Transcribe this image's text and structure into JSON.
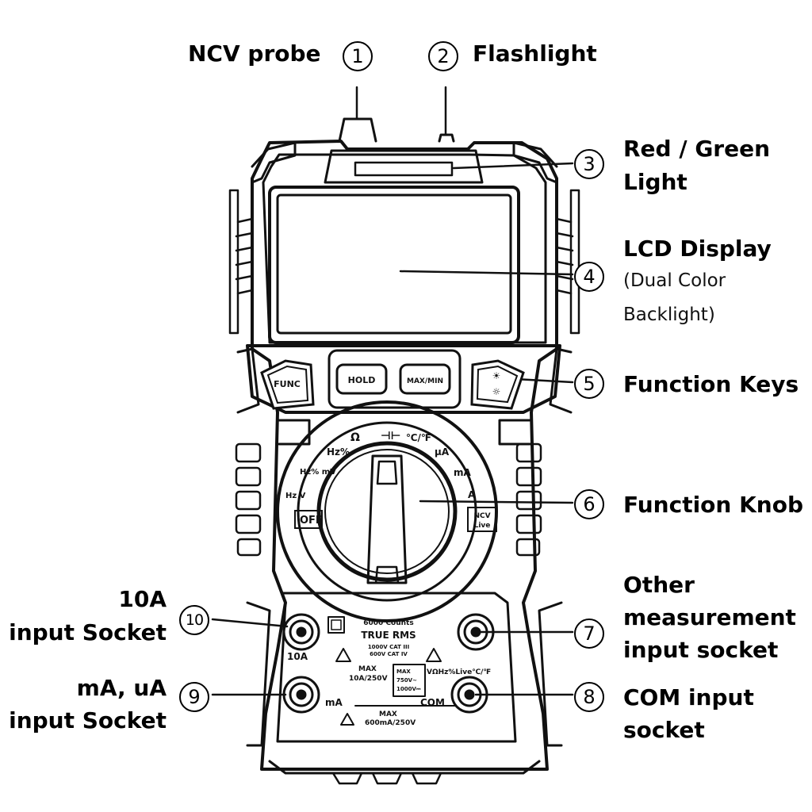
{
  "callouts": [
    {
      "num": "1",
      "label": "NCV probe"
    },
    {
      "num": "2",
      "label": "Flashlight"
    },
    {
      "num": "3",
      "label": "Red / Green",
      "label2": "Light"
    },
    {
      "num": "4",
      "label": "LCD Display",
      "sub1": "(Dual Color",
      "sub2": "Backlight)"
    },
    {
      "num": "5",
      "label": "Function Keys"
    },
    {
      "num": "6",
      "label": "Function Knob"
    },
    {
      "num": "7",
      "label": "Other",
      "label2": "measurement",
      "label3": "input socket"
    },
    {
      "num": "8",
      "label": "COM input",
      "label2": "socket"
    },
    {
      "num": "9",
      "label": "mA, uA",
      "label2": "input Socket"
    },
    {
      "num": "10",
      "label": "10A",
      "label2": "input Socket"
    }
  ],
  "keys": {
    "func": "FUNC",
    "hold": "HOLD",
    "maxmin": "MAX/MIN"
  },
  "dial": {
    "off": "OFF",
    "ncv": "NCV",
    "live": "Live",
    "hz_v": "Hz V",
    "hz_mv": "Hz% mV",
    "hz_pct": "Hz%",
    "ohm": "Ω",
    "cap": "⊣⊢",
    "temp": "℃/℉",
    "ua": "μA",
    "ma": "mA",
    "a": "A"
  },
  "panel": {
    "counts": "6000 Counts",
    "true_rms": "TRUE RMS",
    "cat1": "1000V CAT III",
    "cat2": "600V CAT IV",
    "sock10a": "10A",
    "max10a": "MAX",
    "max10a_val": "10A/250V",
    "max_v": "MAX",
    "max_v1": "750V~",
    "max_v2": "1000V⎓",
    "vfunc": "VΩHz%Live℃/℉",
    "ma": "mA",
    "com": "COM",
    "maxma": "MAX",
    "maxma_val": "600mA/250V"
  }
}
